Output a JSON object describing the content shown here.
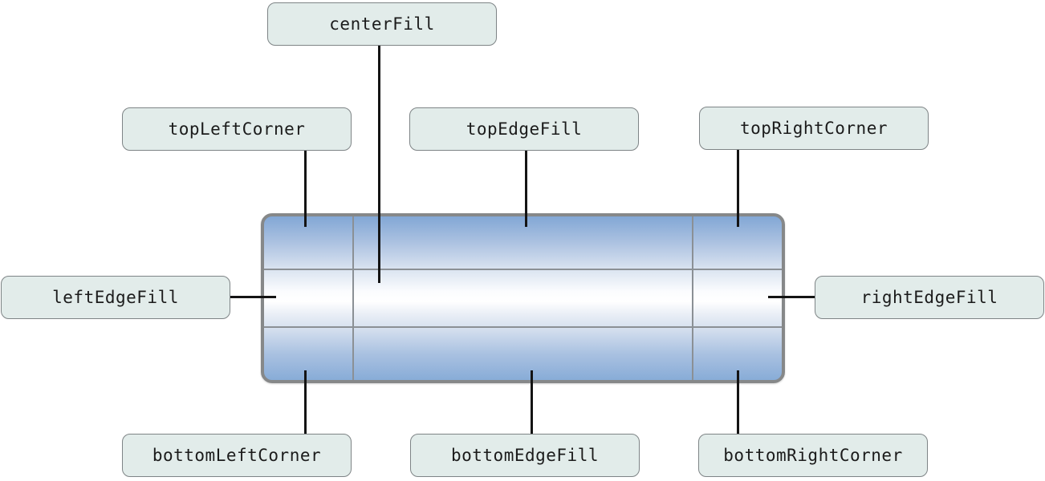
{
  "figure": {
    "description": "Nine-part image region diagram",
    "labels": {
      "centerFill": "centerFill",
      "topLeftCorner": "topLeftCorner",
      "topEdgeFill": "topEdgeFill",
      "topRightCorner": "topRightCorner",
      "leftEdgeFill": "leftEdgeFill",
      "rightEdgeFill": "rightEdgeFill",
      "bottomLeftCorner": "bottomLeftCorner",
      "bottomEdgeFill": "bottomEdgeFill",
      "bottomRightCorner": "bottomRightCorner"
    },
    "colors": {
      "label_fill": "#e2ecea",
      "label_border": "#7e8486",
      "label_text": "#1b1b1b",
      "image_border": "#868889",
      "image_gradient_edge": "#82a7d5",
      "image_gradient_center": "#ffffff",
      "grid_line": "#8b9095",
      "connector_line": "#141414",
      "background": "#ffffff"
    }
  }
}
